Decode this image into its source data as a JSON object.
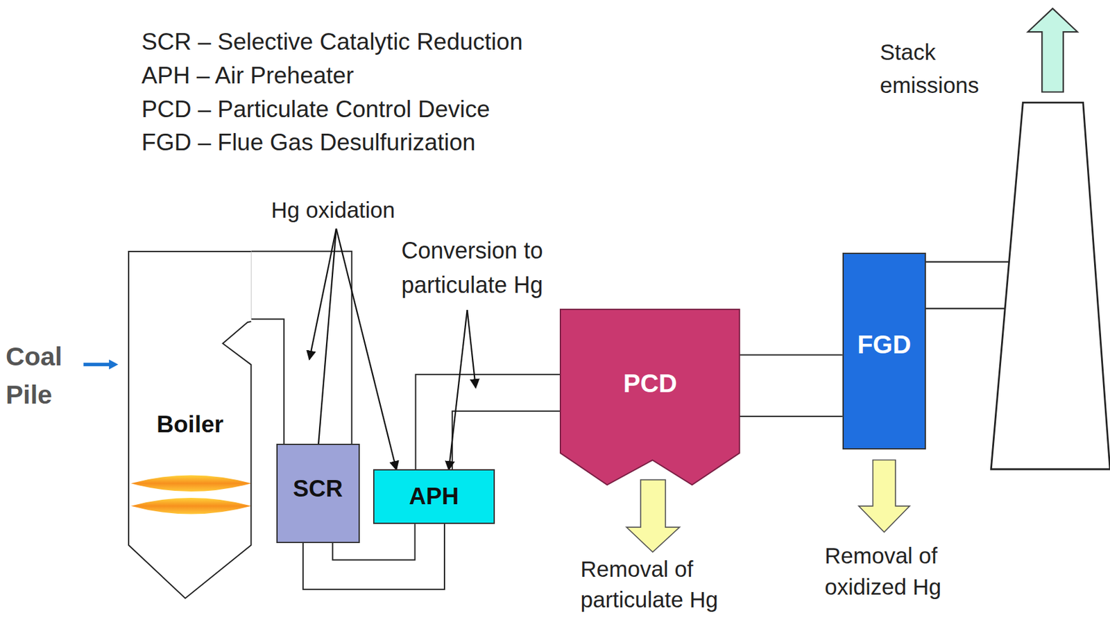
{
  "diagram": {
    "nodes": [
      {
        "text": [
          "Boiler"
        ]
      },
      {
        "text": [
          "SCR"
        ]
      },
      {
        "text": [
          "APH"
        ]
      },
      {
        "text": [
          "PCD"
        ]
      },
      {
        "text": [
          "FGD"
        ]
      }
    ],
    "edges": [
      {
        "from": 0,
        "to": 1,
        "arrow": "none"
      },
      {
        "from": 1,
        "to": 2,
        "arrow": "none"
      },
      {
        "from": 2,
        "to": 3,
        "arrow": "none"
      },
      {
        "from": 3,
        "to": 4,
        "arrow": "none"
      }
    ],
    "labels": [
      "SCR – Selective Catalytic Reduction",
      "APH – Air Preheater",
      "PCD – Particulate Control Device",
      "FGD – Flue Gas Desulfurization",
      "Hg oxidation",
      "Conversion to particulate Hg",
      "Coal Pile",
      "Stack emissions",
      "Removal of particulate Hg",
      "Removal of oxidized Hg"
    ]
  }
}
